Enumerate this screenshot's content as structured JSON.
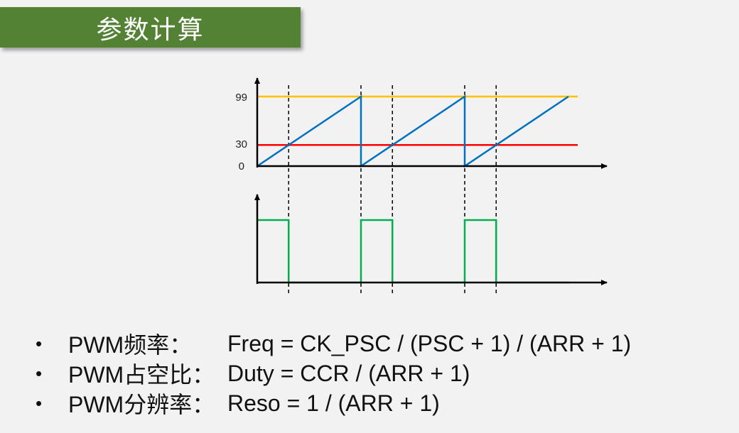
{
  "header": {
    "title": "参数计算"
  },
  "diagram": {
    "axis_labels": {
      "top": "99",
      "compare": "30",
      "zero": "0"
    },
    "colors": {
      "axis": "#000000",
      "arr_line": "#ffc000",
      "ccr_line": "#ff0000",
      "counter": "#0070c0",
      "pwm": "#00b050",
      "guides": "#000000"
    },
    "counter": {
      "min": 0,
      "max": 99,
      "compare": 30,
      "periods": 3,
      "last_period_partial": true
    },
    "pwm": {
      "high_while": "counter < 30"
    }
  },
  "formulas": [
    {
      "bullet": "•",
      "label": "PWM频率：",
      "formula": "Freq = CK_PSC / (PSC + 1) / (ARR + 1)"
    },
    {
      "bullet": "•",
      "label": "PWM占空比：",
      "formula": "Duty = CCR / (ARR + 1)"
    },
    {
      "bullet": "•",
      "label": "PWM分辨率：",
      "formula": "Reso = 1 / (ARR + 1)"
    }
  ]
}
